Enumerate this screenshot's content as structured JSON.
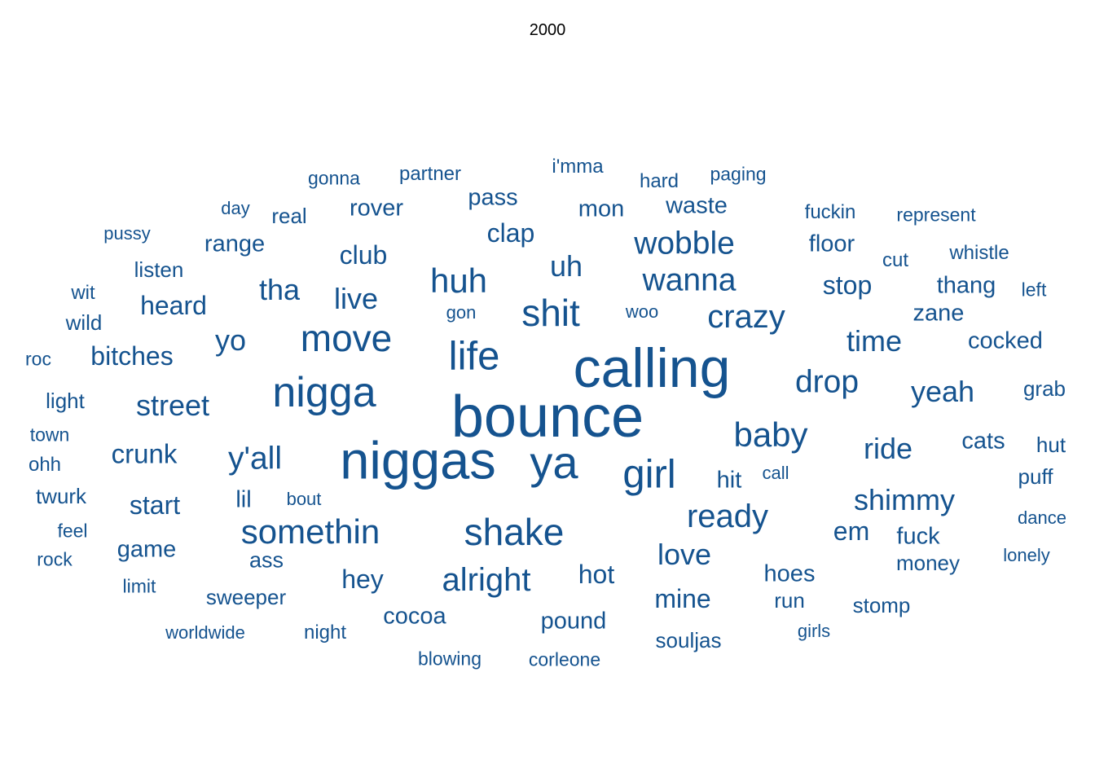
{
  "title": "2000",
  "color": "#15538f",
  "words": [
    {
      "text": "bounce",
      "size": 100
    },
    {
      "text": "calling",
      "size": 95
    },
    {
      "text": "niggas",
      "size": 90
    },
    {
      "text": "ya",
      "size": 78
    },
    {
      "text": "nigga",
      "size": 72
    },
    {
      "text": "life",
      "size": 68
    },
    {
      "text": "girl",
      "size": 68
    },
    {
      "text": "move",
      "size": 64
    },
    {
      "text": "shit",
      "size": 64
    },
    {
      "text": "shake",
      "size": 64
    },
    {
      "text": "somethin",
      "size": 58
    },
    {
      "text": "baby",
      "size": 58
    },
    {
      "text": "huh",
      "size": 58
    },
    {
      "text": "alright",
      "size": 56
    },
    {
      "text": "ready",
      "size": 56
    },
    {
      "text": "crazy",
      "size": 56
    },
    {
      "text": "y'all",
      "size": 54
    },
    {
      "text": "wanna",
      "size": 54
    },
    {
      "text": "drop",
      "size": 54
    },
    {
      "text": "wobble",
      "size": 54
    },
    {
      "text": "street",
      "size": 50
    },
    {
      "text": "live",
      "size": 50
    },
    {
      "text": "love",
      "size": 50
    },
    {
      "text": "shimmy",
      "size": 50
    },
    {
      "text": "ride",
      "size": 50
    },
    {
      "text": "time",
      "size": 50
    },
    {
      "text": "uh",
      "size": 50
    },
    {
      "text": "tha",
      "size": 50
    },
    {
      "text": "yeah",
      "size": 50
    },
    {
      "text": "yo",
      "size": 50
    },
    {
      "text": "crunk",
      "size": 46
    },
    {
      "text": "bitches",
      "size": 44
    },
    {
      "text": "heard",
      "size": 44
    },
    {
      "text": "club",
      "size": 44
    },
    {
      "text": "clap",
      "size": 44
    },
    {
      "text": "stop",
      "size": 44
    },
    {
      "text": "start",
      "size": 44
    },
    {
      "text": "em",
      "size": 44
    },
    {
      "text": "hey",
      "size": 44
    },
    {
      "text": "hot",
      "size": 44
    },
    {
      "text": "mine",
      "size": 44
    },
    {
      "text": "zane",
      "size": 40
    },
    {
      "text": "cocked",
      "size": 40
    },
    {
      "text": "cats",
      "size": 40
    },
    {
      "text": "fuck",
      "size": 40
    },
    {
      "text": "waste",
      "size": 40
    },
    {
      "text": "floor",
      "size": 40
    },
    {
      "text": "hit",
      "size": 40
    },
    {
      "text": "rover",
      "size": 40
    },
    {
      "text": "range",
      "size": 40
    },
    {
      "text": "pass",
      "size": 40
    },
    {
      "text": "mon",
      "size": 40
    },
    {
      "text": "pound",
      "size": 40
    },
    {
      "text": "cocoa",
      "size": 40
    },
    {
      "text": "hoes",
      "size": 40
    },
    {
      "text": "thang",
      "size": 40
    },
    {
      "text": "lil",
      "size": 40
    },
    {
      "text": "game",
      "size": 40
    },
    {
      "text": "ass",
      "size": 38
    },
    {
      "text": "money",
      "size": 36
    },
    {
      "text": "puff",
      "size": 36
    },
    {
      "text": "listen",
      "size": 36
    },
    {
      "text": "light",
      "size": 36
    },
    {
      "text": "twurk",
      "size": 36
    },
    {
      "text": "sweeper",
      "size": 36
    },
    {
      "text": "souljas",
      "size": 36
    },
    {
      "text": "stomp",
      "size": 36
    },
    {
      "text": "grab",
      "size": 36
    },
    {
      "text": "hut",
      "size": 36
    },
    {
      "text": "real",
      "size": 36
    },
    {
      "text": "wild",
      "size": 36
    },
    {
      "text": "run",
      "size": 36
    },
    {
      "text": "i'mma",
      "size": 34
    },
    {
      "text": "hard",
      "size": 34
    },
    {
      "text": "partner",
      "size": 34
    },
    {
      "text": "fuckin",
      "size": 34
    },
    {
      "text": "whistle",
      "size": 34
    },
    {
      "text": "cut",
      "size": 34
    },
    {
      "text": "ohh",
      "size": 34
    },
    {
      "text": "wit",
      "size": 34
    },
    {
      "text": "night",
      "size": 34
    },
    {
      "text": "blowing",
      "size": 32
    },
    {
      "text": "corleone",
      "size": 32
    },
    {
      "text": "gonna",
      "size": 32
    },
    {
      "text": "paging",
      "size": 32
    },
    {
      "text": "represent",
      "size": 32
    },
    {
      "text": "left",
      "size": 32
    },
    {
      "text": "roc",
      "size": 32
    },
    {
      "text": "town",
      "size": 32
    },
    {
      "text": "feel",
      "size": 32
    },
    {
      "text": "rock",
      "size": 32
    },
    {
      "text": "limit",
      "size": 32
    },
    {
      "text": "worldwide",
      "size": 30
    },
    {
      "text": "girls",
      "size": 30
    },
    {
      "text": "lonely",
      "size": 30
    },
    {
      "text": "dance",
      "size": 30
    },
    {
      "text": "call",
      "size": 30
    },
    {
      "text": "bout",
      "size": 30
    },
    {
      "text": "gon",
      "size": 30
    },
    {
      "text": "woo",
      "size": 30
    },
    {
      "text": "pussy",
      "size": 30
    },
    {
      "text": "day",
      "size": 30
    }
  ]
}
